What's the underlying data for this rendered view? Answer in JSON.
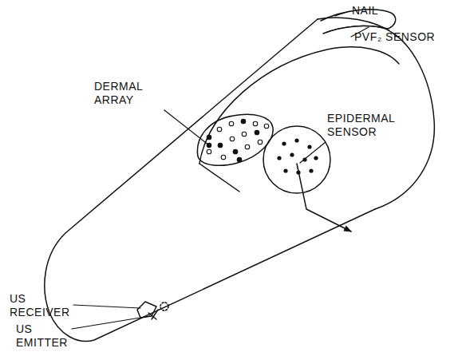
{
  "diagram": {
    "labels": [
      "NAIL",
      "PVF₂ SENSOR",
      "DERMAL ARRAY",
      "EPIDERMAL SENSOR",
      "US RECEIVER",
      "US EMITTER"
    ]
  }
}
